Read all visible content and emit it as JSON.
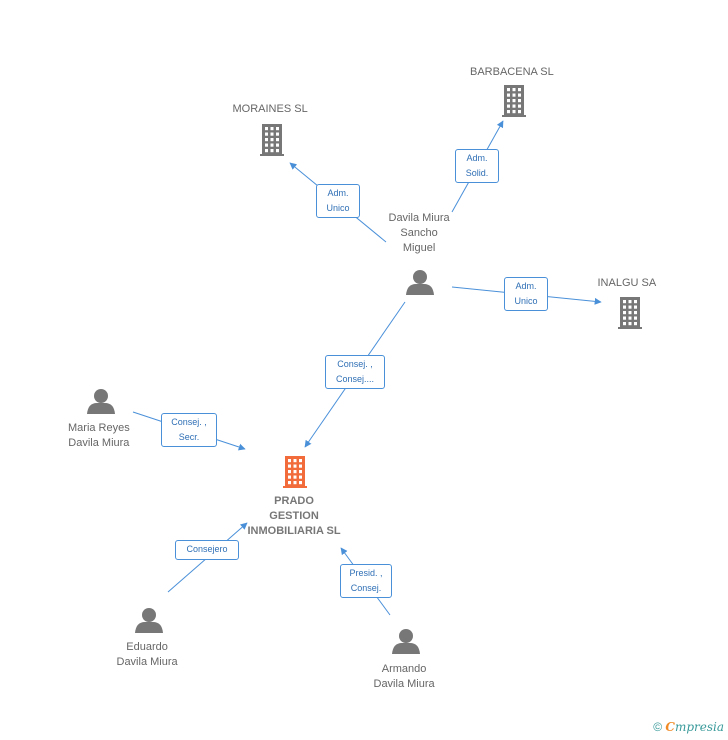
{
  "colors": {
    "company": "#777777",
    "company_main": "#f26b3a",
    "person": "#777777",
    "edge": "#4a90d9"
  },
  "nodes": [
    {
      "id": "prado",
      "type": "company",
      "main": true,
      "label": "PRADO\nGESTION\nINMOBILIARIA SL"
    },
    {
      "id": "moraines",
      "type": "company",
      "label": "MORAINES SL"
    },
    {
      "id": "barbacena",
      "type": "company",
      "label": "BARBACENA SL"
    },
    {
      "id": "inalgu",
      "type": "company",
      "label": "INALGU SA"
    },
    {
      "id": "davila_sancho",
      "type": "person",
      "label": "Davila Miura\nSancho\nMiguel"
    },
    {
      "id": "maria",
      "type": "person",
      "label": "Maria Reyes\nDavila Miura"
    },
    {
      "id": "eduardo",
      "type": "person",
      "label": "Eduardo\nDavila Miura"
    },
    {
      "id": "armando",
      "type": "person",
      "label": "Armando\nDavila Miura"
    }
  ],
  "edges": [
    {
      "from": "davila_sancho",
      "to": "moraines",
      "label": "Adm.\nUnico"
    },
    {
      "from": "davila_sancho",
      "to": "barbacena",
      "label": "Adm.\nSolid."
    },
    {
      "from": "davila_sancho",
      "to": "inalgu",
      "label": "Adm.\nUnico"
    },
    {
      "from": "davila_sancho",
      "to": "prado",
      "label": "Consej. ,\nConsej...."
    },
    {
      "from": "maria",
      "to": "prado",
      "label": "Consej. ,\nSecr."
    },
    {
      "from": "eduardo",
      "to": "prado",
      "label": "Consejero"
    },
    {
      "from": "armando",
      "to": "prado",
      "label": "Presid. ,\nConsej."
    }
  ],
  "footer": {
    "copyright": "©",
    "brand_first": "C",
    "brand_rest": "mpresia"
  }
}
